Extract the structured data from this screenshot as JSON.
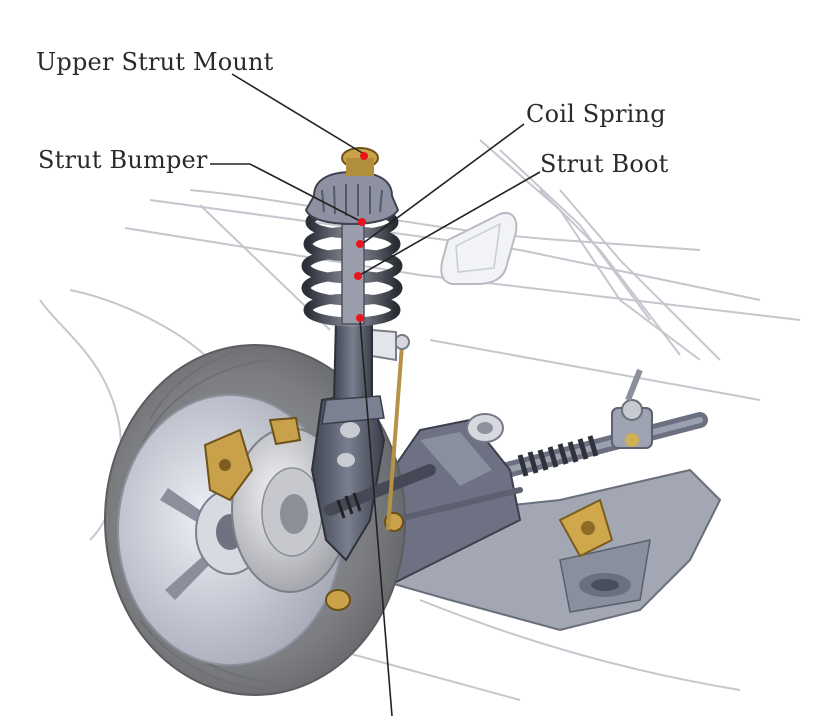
{
  "labels": {
    "upper_strut_mount": "Upper Strut Mount",
    "coil_spring": "Coil Spring",
    "strut_bumper": "Strut Bumper",
    "strut_boot": "Strut Boot"
  },
  "colors": {
    "marker": "#e8161b",
    "leader": "#222222",
    "outline": "#b9bcc3",
    "metal": "#5d6272",
    "tire": "#8a8c8f",
    "rim": "#c7cad4",
    "brass": "#c9a24a"
  }
}
